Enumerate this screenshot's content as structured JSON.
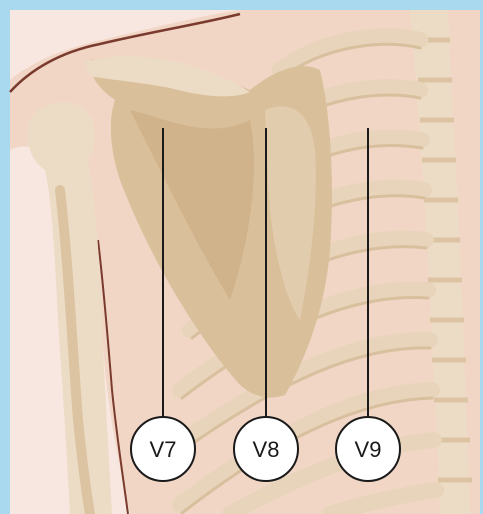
{
  "diagram": {
    "leads": [
      {
        "id": "v7",
        "label": "V7"
      },
      {
        "id": "v8",
        "label": "V8"
      },
      {
        "id": "v9",
        "label": "V9"
      }
    ]
  },
  "colors": {
    "frame": "#a9d9ef",
    "skin": "#f8e6e0",
    "bone_light": "#ecdcc6",
    "bone_mid": "#dcc4a2",
    "bone_dark": "#c7a880",
    "outline": "#7a3b2e",
    "lead_line": "#1a1a1a"
  }
}
